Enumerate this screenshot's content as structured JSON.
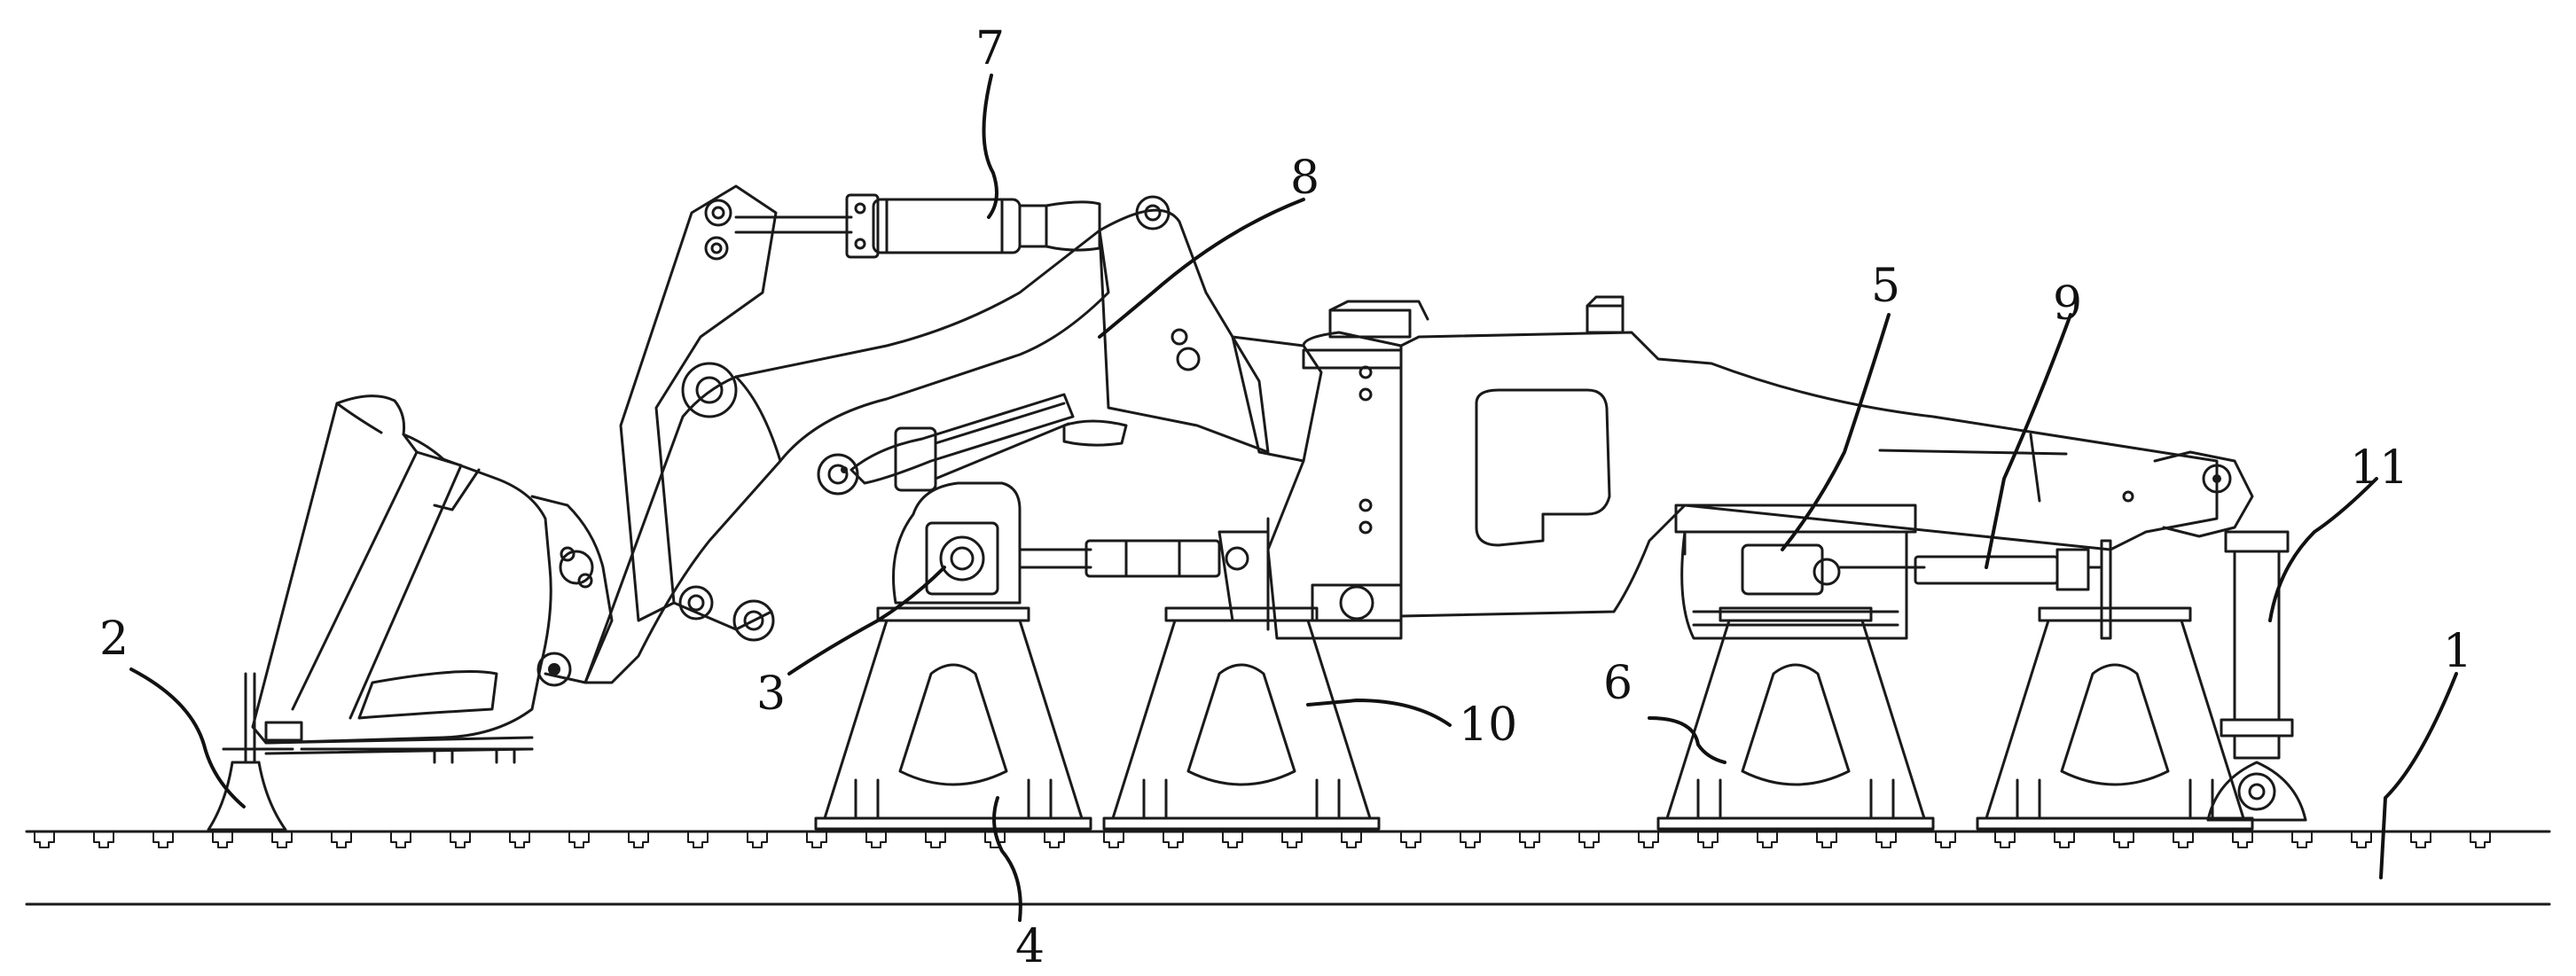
{
  "colors": {
    "ink": "#1a1a1a",
    "background": "#ffffff"
  },
  "callouts": {
    "c1": "1",
    "c2": "2",
    "c3": "3",
    "c4": "4",
    "c5": "5",
    "c6": "6",
    "c7": "7",
    "c8": "8",
    "c9": "9",
    "c10": "10",
    "c11": "11"
  }
}
